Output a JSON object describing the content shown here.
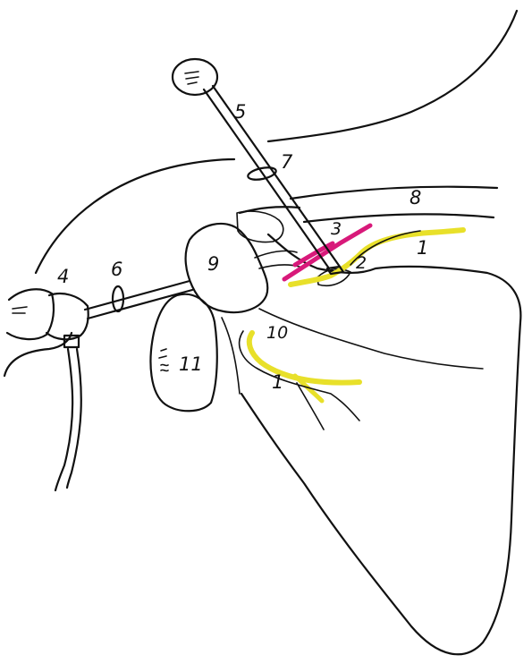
{
  "colors": {
    "ink": "#111111",
    "nerve": "#e8e02a",
    "vessel": "#d8197a",
    "background": "#ffffff"
  },
  "labels": {
    "l1a": "1",
    "l1b": "1",
    "l2": "2",
    "l3": "3",
    "l4": "4",
    "l5": "5",
    "l6": "6",
    "l7": "7",
    "l8": "8",
    "l9": "9",
    "l10": "10",
    "l11": "11"
  }
}
